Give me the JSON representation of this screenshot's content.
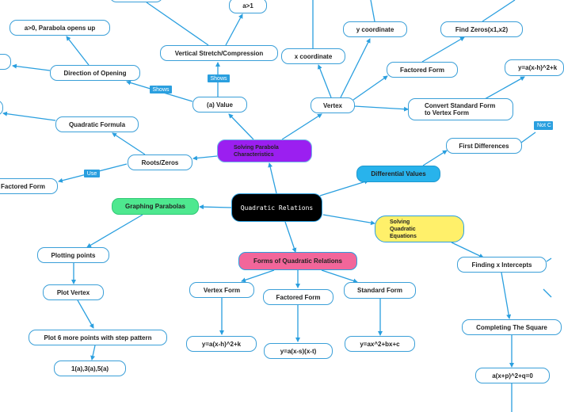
{
  "colors": {
    "line": "#2a9fdf",
    "root_fill": "#000000",
    "solving_fill": "#9b1ff0",
    "graphing_fill": "#4ee88f",
    "forms_fill": "#f2669a",
    "differential_fill": "#28b3ec",
    "solving_eq_fill": "#fff06a",
    "tag_fill": "#2a9fdf"
  },
  "nodes": {
    "root": "Quadratic Relations",
    "solving": "Solving Parabola Characteristics",
    "graphing": "Graphing Parabolas",
    "forms": "Forms of Quadratic Relations",
    "differential": "Differential Values",
    "solving_eq": "Solving Quadratic Equations",
    "a_value": "(a) Value",
    "vert_stretch": "Vertical Stretch/Compression",
    "a_gt_1": "a>1",
    "direction": "Direction of Opening",
    "a_gt_0": "a>0, Parabola opens up",
    "roots": "Roots/Zeros",
    "quad_formula": "Quadratic Formula",
    "factored_form_left": "Factored Form",
    "vertex": "Vertex",
    "x_coord": "x coordinate",
    "y_coord": "y coordinate",
    "factored_form_vertex": "Factored Form",
    "find_zeros": "Find Zeros(x1,x2)",
    "convert_std": "Convert Standard Form to Vertex Form",
    "vertex_eq_right": "y=a(x-h)^2+k",
    "first_diff": "First Differences",
    "plotting": "Plotting points",
    "plot_vertex": "Plot Vertex",
    "plot_6": "Plot 6 more points with step pattern",
    "pattern": "1(a),3(a),5(a)",
    "vertex_form": "Vertex Form",
    "factored_form": "Factored Form",
    "standard_form": "Standard Form",
    "vertex_eq": "y=a(x-h)^2+k",
    "factored_eq": "y=a(x-s)(x-t)",
    "standard_eq": "y=ax^2+bx+c",
    "finding_x": "Finding x Intercepts",
    "completing_sq": "Completing The Square",
    "completed_eq": "a(x+p)^2+q=0"
  },
  "tags": {
    "shows_1": "Shows",
    "shows_2": "Shows",
    "use": "Use",
    "not": "Not C"
  }
}
